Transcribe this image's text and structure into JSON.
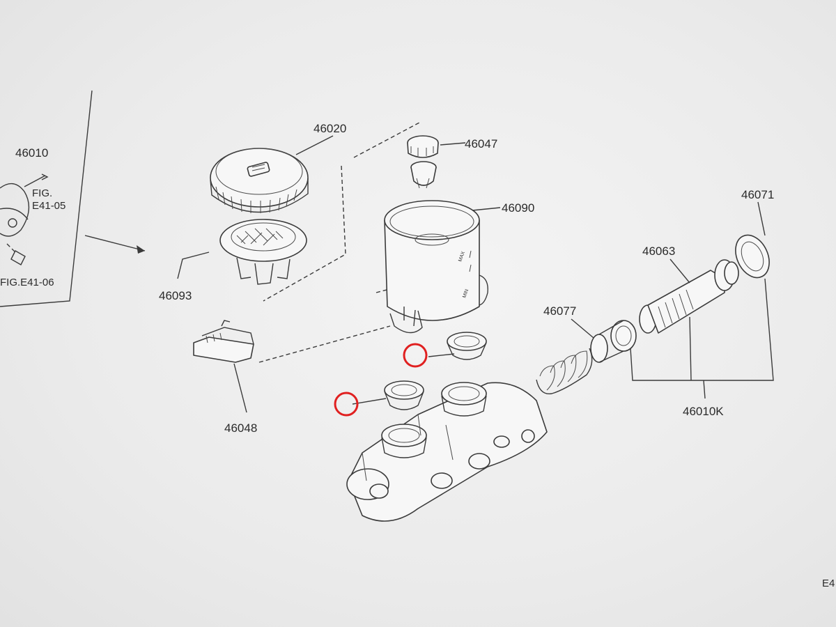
{
  "labels": {
    "p46010": "46010",
    "fig_ref_1_line1": "FIG.",
    "fig_ref_1_line2": "E41-05",
    "fig_ref_2": "FIG.E41-06",
    "p46020": "46020",
    "p46047": "46047",
    "p46090": "46090",
    "p46093": "46093",
    "p46048": "46048",
    "p46071": "46071",
    "p46063": "46063",
    "p46077": "46077",
    "p46010k": "46010K",
    "page_ref_partial": "E4"
  },
  "reservoir_markings": {
    "max": "MAX",
    "min": "MIN"
  },
  "colors": {
    "highlight": "#e02020",
    "ink": "#3a3a3a",
    "paper": "#ececec"
  }
}
